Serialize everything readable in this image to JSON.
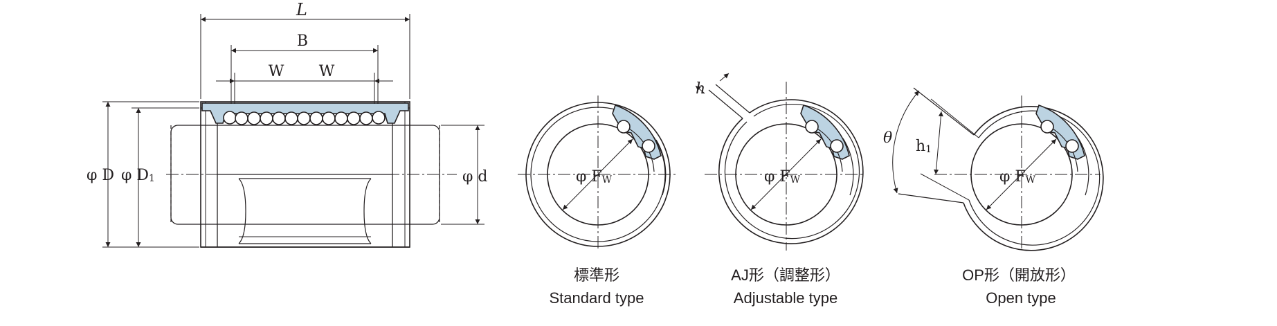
{
  "side_view": {
    "label_L": "L",
    "label_B": "B",
    "label_W1": "W",
    "label_W2": "W",
    "label_D": "φ D",
    "label_D1_main": "φ D",
    "label_D1_sub": "1",
    "label_d": "φ d"
  },
  "standard": {
    "label_fw_main": "φ F",
    "label_fw_sub": "W",
    "caption_ja": "標準形",
    "caption_en": "Standard type"
  },
  "adjustable": {
    "label_h": "h",
    "label_fw_main": "φ F",
    "label_fw_sub": "W",
    "caption_ja": "AJ形（調整形）",
    "caption_en": "Adjustable type"
  },
  "open": {
    "label_theta": "θ",
    "label_h1_main": "h",
    "label_h1_sub": "1",
    "label_fw_main": "φ F",
    "label_fw_sub": "W",
    "caption_ja": "OP形（開放形）",
    "caption_en": "Open type"
  },
  "colors": {
    "line": "#231f20",
    "seal_blue": "#bcd3e2"
  }
}
